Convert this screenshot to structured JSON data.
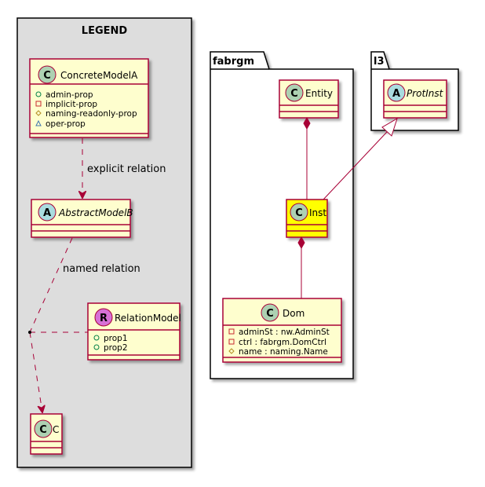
{
  "legend": {
    "title": "LEGEND",
    "concrete_model": {
      "stereotype": "C",
      "name": "ConcreteModelA",
      "props": [
        {
          "vis": "public",
          "text": "admin-prop"
        },
        {
          "vis": "private",
          "text": "implicit-prop"
        },
        {
          "vis": "protected",
          "text": "naming-readonly-prop"
        },
        {
          "vis": "package",
          "text": "oper-prop"
        }
      ]
    },
    "explicit_relation_label": "explicit relation",
    "abstract_model": {
      "stereotype": "A",
      "name": "AbstractModelB"
    },
    "named_relation_label": "named relation",
    "relation_model": {
      "stereotype": "R",
      "name": "RelationModel",
      "props": [
        {
          "vis": "public",
          "text": "prop1"
        },
        {
          "vis": "public",
          "text": "prop2"
        }
      ]
    },
    "c_model": {
      "stereotype": "C",
      "name": "C"
    }
  },
  "packages": {
    "fabrgm": {
      "name": "fabrgm",
      "entity": {
        "stereotype": "C",
        "name": "Entity"
      },
      "inst": {
        "stereotype": "C",
        "name": "Inst",
        "highlight": "#FFFF00"
      },
      "dom": {
        "stereotype": "C",
        "name": "Dom",
        "props": [
          {
            "vis": "private",
            "text": "adminSt : nw.AdminSt"
          },
          {
            "vis": "private",
            "text": "ctrl : fabrgm.DomCtrl"
          },
          {
            "vis": "protected",
            "text": "name : naming.Name"
          }
        ]
      }
    },
    "l3": {
      "name": "l3",
      "prot_inst": {
        "stereotype": "A",
        "name": "ProtInst"
      }
    }
  },
  "colors": {
    "class_fill": "#FEFECE",
    "border": "#A80036",
    "legend_bg": "#DDDDDD",
    "class_badge": "#ADD1B2",
    "abstract_badge": "#A9DCDF",
    "relation_badge": "#D670D6",
    "highlight": "#FFFF00"
  }
}
